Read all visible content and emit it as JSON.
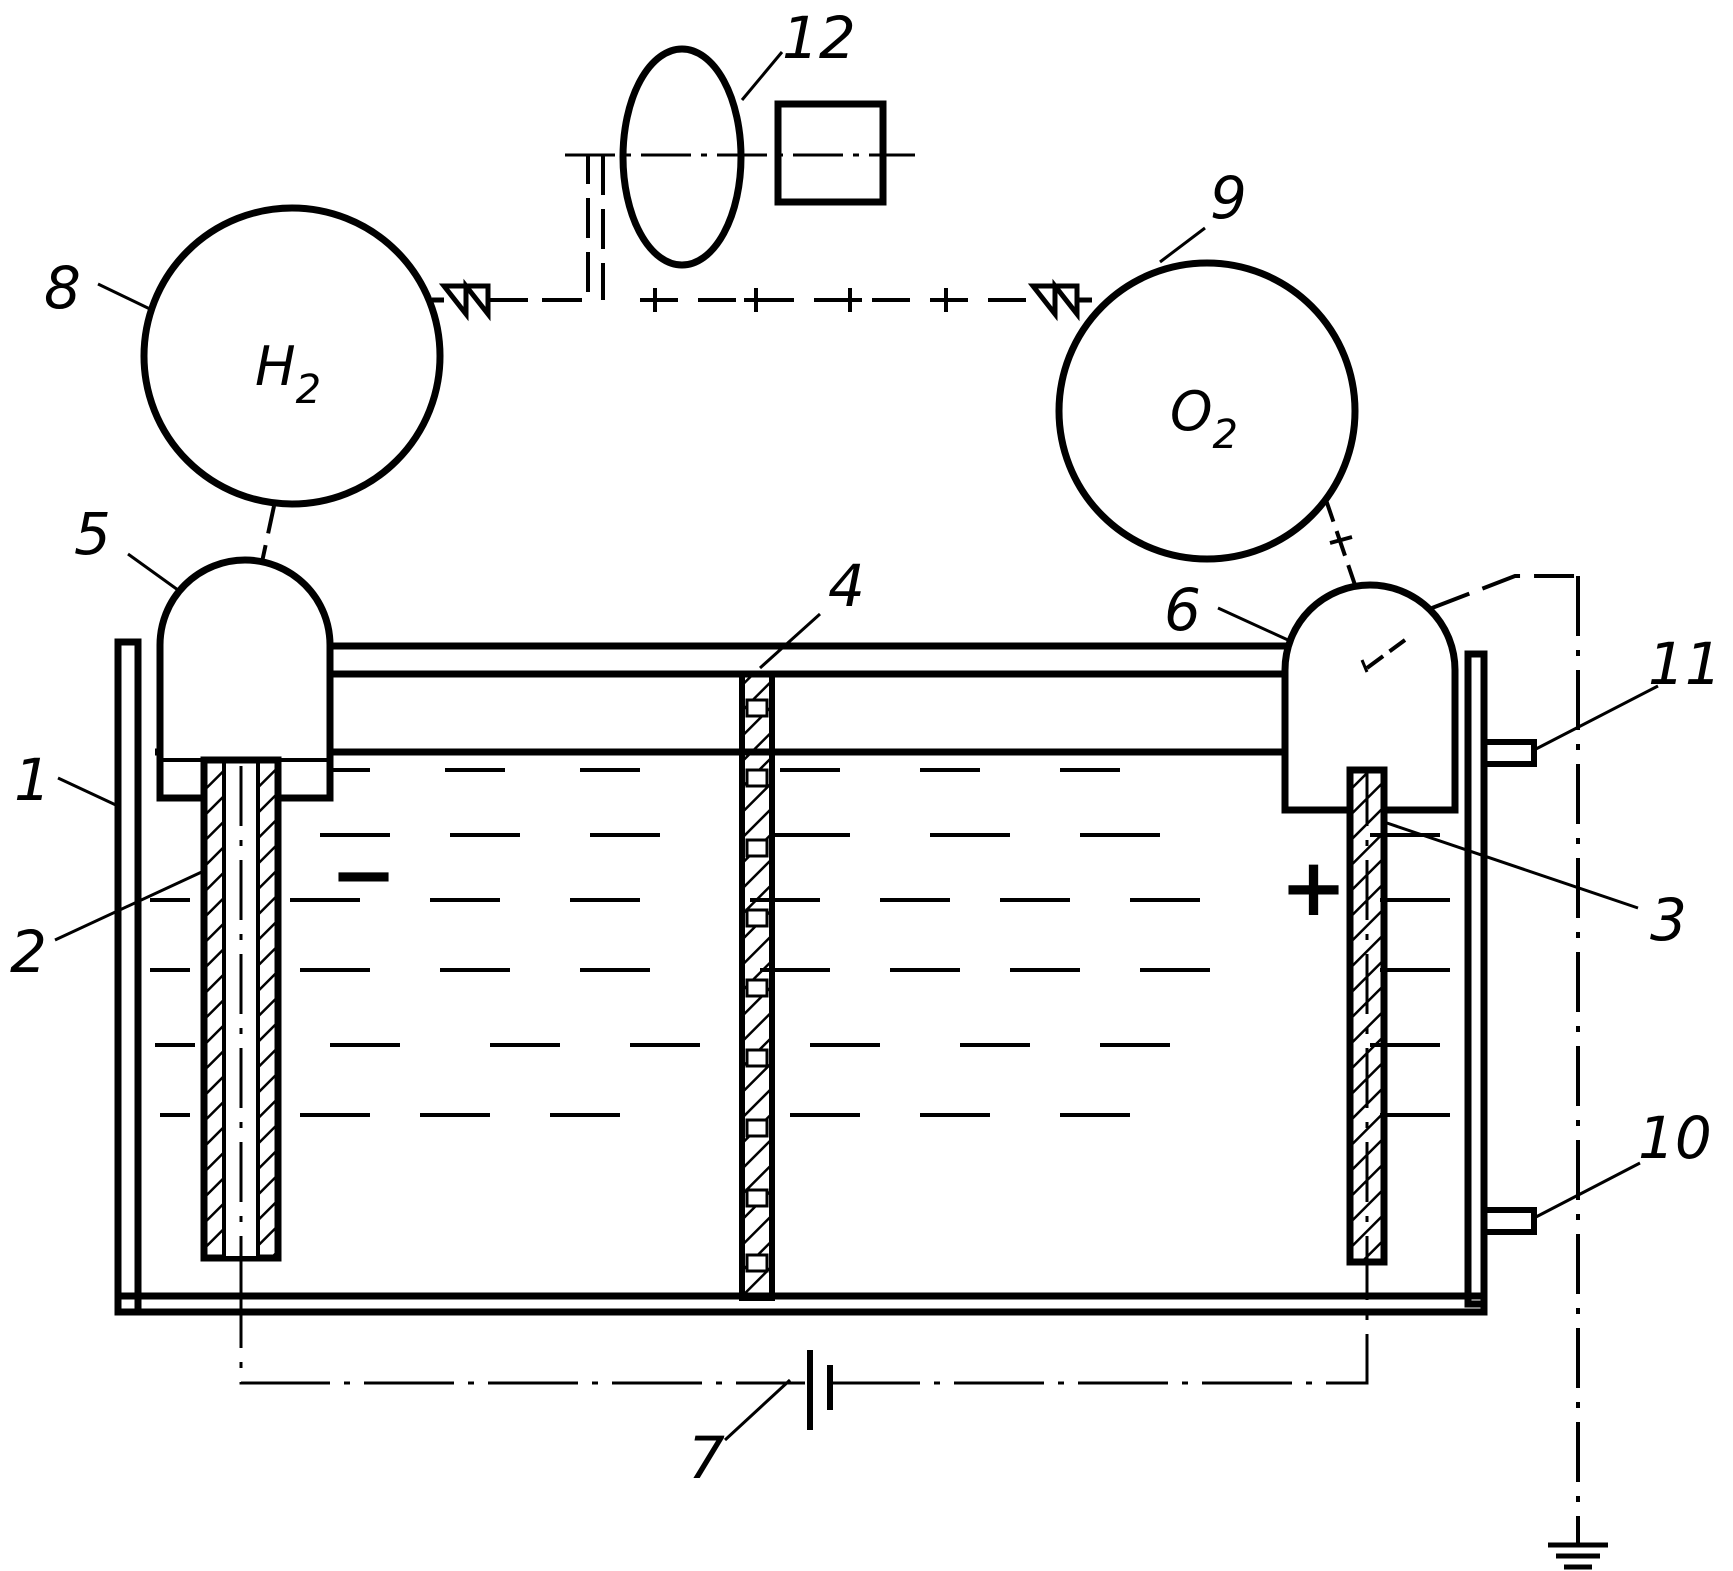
{
  "diagram": {
    "labels": {
      "tank": "1",
      "cathode": "2",
      "anode": "3",
      "diaphragm": "4",
      "hood_h2": "5",
      "hood_o2": "6",
      "battery": "7",
      "tank_h2": "8",
      "tank_o2": "9",
      "port_lower": "10",
      "port_upper": "11",
      "lens": "12"
    },
    "gases": {
      "h2": {
        "symbol": "H",
        "subscript": "2"
      },
      "o2": {
        "symbol": "O",
        "subscript": "2"
      }
    },
    "polarity": {
      "negative": "−",
      "positive": "+"
    }
  }
}
